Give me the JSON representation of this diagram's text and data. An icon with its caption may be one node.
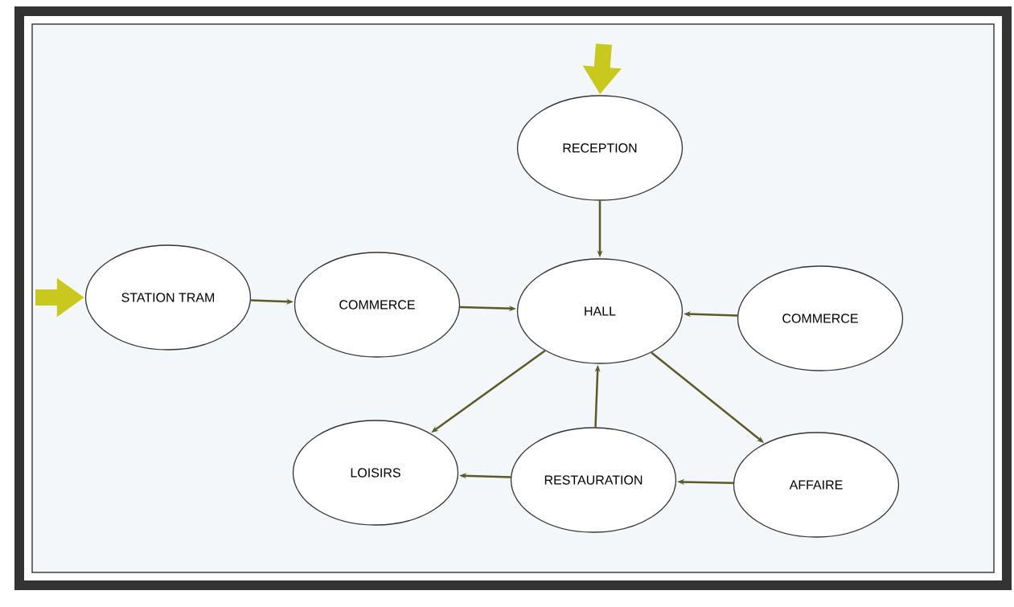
{
  "diagram": {
    "nodes": [
      {
        "text": [
          "STATION TRAM"
        ]
      },
      {
        "text": [
          "COMMERCE"
        ]
      },
      {
        "text": [
          "RECEPTION"
        ]
      },
      {
        "text": [
          "HALL"
        ]
      },
      {
        "text": [
          "COMMERCE"
        ]
      },
      {
        "text": [
          "LOISIRS"
        ]
      },
      {
        "text": [
          "RESTAURATION"
        ]
      },
      {
        "text": [
          "AFFAIRE"
        ]
      }
    ],
    "edges": [
      {
        "from": null,
        "to": 0,
        "arrow": "to",
        "style": "thick",
        "color": "#c8c81e"
      },
      {
        "from": null,
        "to": 2,
        "arrow": "to",
        "style": "thick",
        "color": "#c8c81e"
      },
      {
        "from": 0,
        "to": 1,
        "arrow": "to"
      },
      {
        "from": 1,
        "to": 3,
        "arrow": "to"
      },
      {
        "from": 2,
        "to": 3,
        "arrow": "to"
      },
      {
        "from": 4,
        "to": 3,
        "arrow": "to"
      },
      {
        "from": 3,
        "to": 5,
        "arrow": "to"
      },
      {
        "from": 6,
        "to": 3,
        "arrow": "to"
      },
      {
        "from": 3,
        "to": 7,
        "arrow": "to"
      },
      {
        "from": 6,
        "to": 5,
        "arrow": "to"
      },
      {
        "from": 7,
        "to": 6,
        "arrow": "to"
      }
    ]
  }
}
